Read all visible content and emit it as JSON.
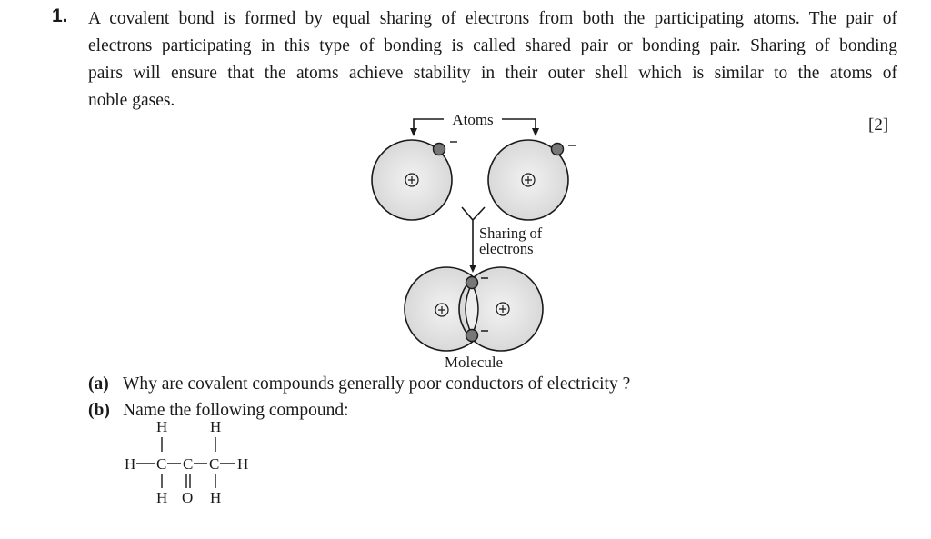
{
  "question": {
    "number": "1.",
    "lines": [
      "A covalent bond is formed by equal sharing of electrons from both the participating atoms. The pair of",
      "electrons participating in this type of bonding is called shared pair or bonding pair. Sharing of bonding",
      "pairs will ensure that the atoms achieve stability in their outer shell which is similar to the atoms of",
      "noble gases."
    ],
    "marks": "[2]"
  },
  "diagram": {
    "atoms_label": "Atoms",
    "sharing_label_1": "Sharing of",
    "sharing_label_2": "electrons",
    "molecule_label": "Molecule",
    "plus": "+",
    "minus": "−"
  },
  "subquestions": [
    {
      "label": "(a)",
      "text": "Why are covalent compounds generally poor conductors of electricity ?"
    },
    {
      "label": "(b)",
      "text": "Name the following compound:"
    }
  ],
  "compound": {
    "H": "H",
    "C": "C",
    "O": "O"
  }
}
